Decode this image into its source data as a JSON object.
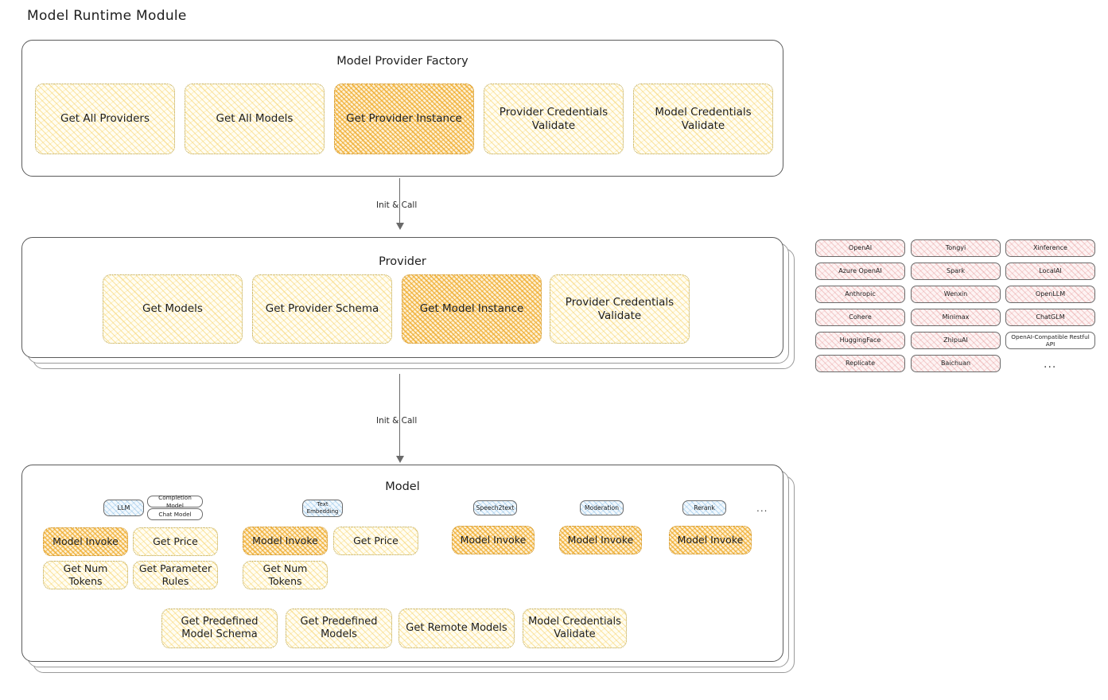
{
  "page": {
    "title": "Model Runtime Module"
  },
  "factory": {
    "title": "Model Provider Factory",
    "items": [
      {
        "label": "Get All Providers",
        "highlight": false
      },
      {
        "label": "Get All Models",
        "highlight": false
      },
      {
        "label": "Get Provider Instance",
        "highlight": true
      },
      {
        "label": "Provider Credentials Validate",
        "highlight": false
      },
      {
        "label": "Model Credentials Validate",
        "highlight": false
      }
    ]
  },
  "arrows": [
    {
      "label": "Init & Call"
    },
    {
      "label": "Init & Call"
    }
  ],
  "provider": {
    "title": "Provider",
    "items": [
      {
        "label": "Get Models",
        "highlight": false
      },
      {
        "label": "Get Provider Schema",
        "highlight": false
      },
      {
        "label": "Get Model Instance",
        "highlight": true
      },
      {
        "label": "Provider Credentials Validate",
        "highlight": false
      }
    ]
  },
  "provider_list": {
    "columns": [
      [
        "OpenAI",
        "Azure OpenAI",
        "Anthropic",
        "Cohere",
        "HuggingFace",
        "Replicate"
      ],
      [
        "Tongyi",
        "Spark",
        "Wenxin",
        "Minimax",
        "ZhipuAI",
        "Baichuan"
      ],
      [
        "Xinference",
        "LocalAI",
        "OpenLLM",
        "ChatGLM",
        "OpenAI-Compatible Restful API"
      ]
    ],
    "more": "..."
  },
  "model": {
    "title": "Model",
    "more": "...",
    "types": [
      {
        "badge": "LLM",
        "badge_style": "blue",
        "sub_badges": [
          "Completion Model",
          "Chat Model"
        ],
        "methods": [
          {
            "label": "Model Invoke",
            "highlight": true
          },
          {
            "label": "Get Price",
            "highlight": false
          },
          {
            "label": "Get Num Tokens",
            "highlight": false
          },
          {
            "label": "Get Parameter Rules",
            "highlight": false
          }
        ]
      },
      {
        "badge": "Text Embedding",
        "badge_style": "blue",
        "sub_badges": [],
        "methods": [
          {
            "label": "Model Invoke",
            "highlight": true
          },
          {
            "label": "Get Price",
            "highlight": false
          },
          {
            "label": "Get Num Tokens",
            "highlight": false
          }
        ]
      },
      {
        "badge": "Speech2text",
        "badge_style": "blue",
        "sub_badges": [],
        "methods": [
          {
            "label": "Model Invoke",
            "highlight": true
          }
        ]
      },
      {
        "badge": "Moderation",
        "badge_style": "blue",
        "sub_badges": [],
        "methods": [
          {
            "label": "Model Invoke",
            "highlight": true
          }
        ]
      },
      {
        "badge": "Rerank",
        "badge_style": "blue",
        "sub_badges": [],
        "methods": [
          {
            "label": "Model Invoke",
            "highlight": true
          }
        ]
      }
    ],
    "common_methods": [
      "Get Predefined Model Schema",
      "Get Predefined Models",
      "Get Remote Models",
      "Model Credentials Validate"
    ]
  },
  "colors": {
    "highlight_fill": "#efa824",
    "light_fill": "#f7ce5c",
    "provider_fill": "#e28888",
    "badge_fill": "#78b4e1",
    "stroke": "#1e1e1e"
  }
}
